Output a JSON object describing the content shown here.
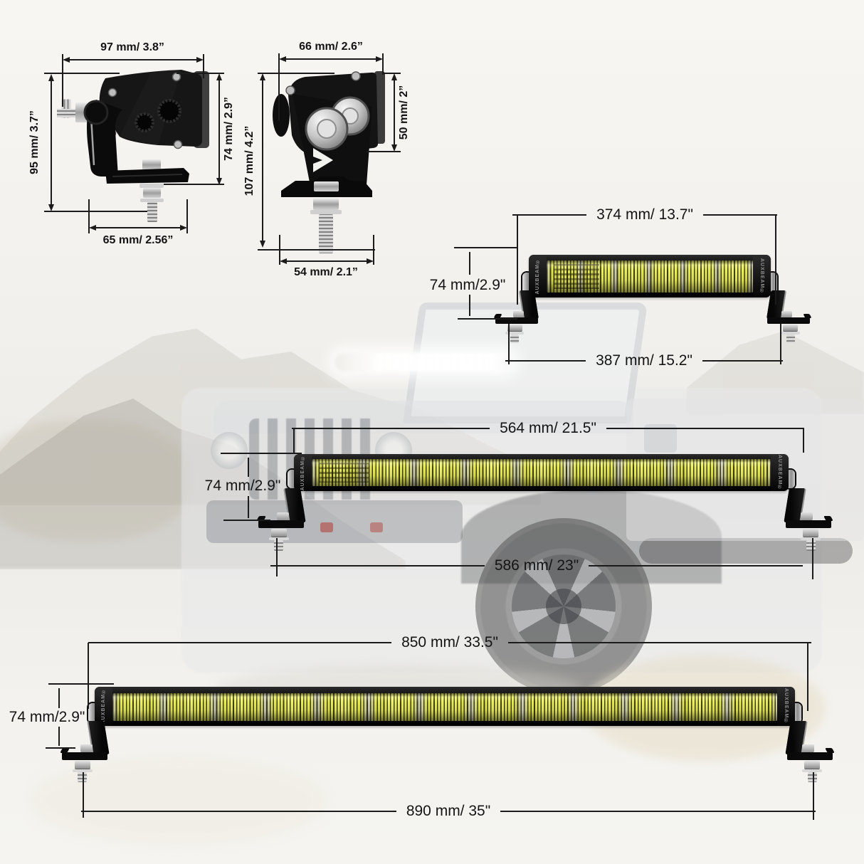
{
  "brand_mark": "AUXBEAM®",
  "colors": {
    "led_yellow": "#e8ec4d",
    "lens_separator": "#c7c7b0",
    "housing_black": "#0d0d0d",
    "dimension_line": "#1b1b1b",
    "background": "#f4f3f0"
  },
  "diagrams": {
    "side_view": {
      "width_top": "97 mm/ 3.8”",
      "height_left": "95 mm/ 3.7”",
      "height_right": "74 mm/ 2.9”",
      "width_bottom": "65 mm/ 2.56”"
    },
    "front_view": {
      "width_top": "66 mm/ 2.6”",
      "height_left": "107 mm/ 4.2”",
      "height_right": "50 mm/ 2”",
      "width_bottom": "54 mm/ 2.1”"
    }
  },
  "bars": [
    {
      "length_dim": "374 mm/ 13.7\"",
      "height_dim": "74 mm/2.9\"",
      "mount_dim": "387 mm/ 15.2\""
    },
    {
      "length_dim": "564 mm/ 21.5\"",
      "height_dim": "74 mm/2.9\"",
      "mount_dim": "586 mm/ 23\""
    },
    {
      "length_dim": "850 mm/ 33.5\"",
      "height_dim": "74 mm/2.9\"",
      "mount_dim": "890 mm/ 35\""
    }
  ]
}
